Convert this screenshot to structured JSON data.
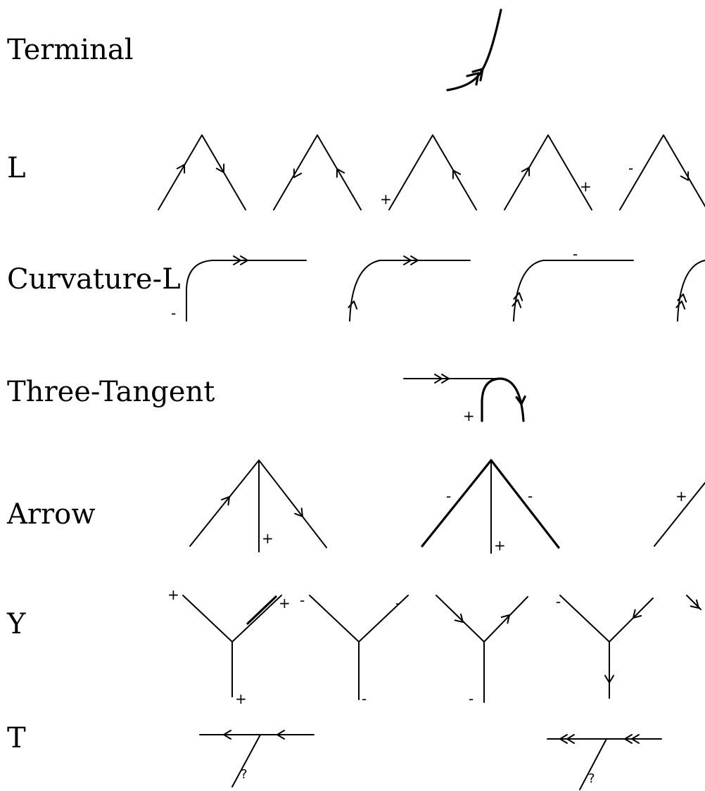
{
  "rows": {
    "terminal": "Terminal",
    "l": "L",
    "curvature_l": "Curvature-L",
    "three_tangent": "Three-Tangent",
    "arrow": "Arrow",
    "y": "Y",
    "t": "T"
  },
  "marks": {
    "plus": "+",
    "minus": "-",
    "unknown": "?"
  },
  "colors": {
    "ink": "#000000",
    "background": "#ffffff"
  }
}
